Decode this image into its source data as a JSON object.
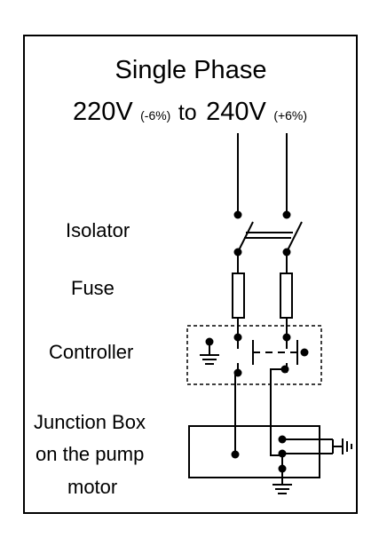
{
  "title": {
    "line1": "Single Phase",
    "v_low": "220V",
    "tol_low": "(-6%)",
    "word_to": "to",
    "v_high": "240V",
    "tol_high": "(+6%)"
  },
  "labels": {
    "isolator": "Isolator",
    "fuse": "Fuse",
    "controller": "Controller",
    "junction_line1": "Junction Box",
    "junction_line2": "on the pump",
    "junction_line3": "motor"
  },
  "colors": {
    "stroke": "#000000",
    "background": "#ffffff"
  }
}
